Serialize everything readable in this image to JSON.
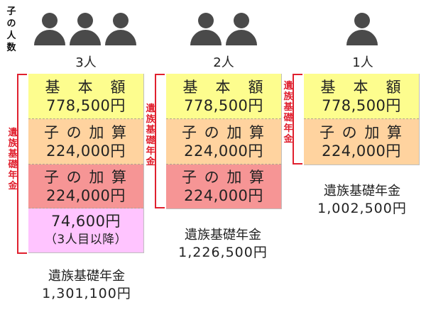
{
  "header_label": "子の人数",
  "columns": [
    {
      "count_label": "3人",
      "bracket_label": "遺族基礎年金",
      "boxes": [
        {
          "line1": "基　本　額",
          "line2": "778,500円",
          "color": "#fdfd8e"
        },
        {
          "line1": "子 の 加 算",
          "line2": "224,000円",
          "color": "#ffd39f"
        },
        {
          "line1": "子 の 加 算",
          "line2": "224,000円",
          "color": "#f69595"
        },
        {
          "line1": "74,600円",
          "line2": "（3人目以降）",
          "color": "#ffc4ff"
        }
      ],
      "total_label": "遺族基礎年金",
      "total_amount": "1,301,100円"
    },
    {
      "count_label": "2人",
      "bracket_label": "遺族基礎年金",
      "boxes": [
        {
          "line1": "基　本　額",
          "line2": "778,500円",
          "color": "#fdfd8e"
        },
        {
          "line1": "子 の 加 算",
          "line2": "224,000円",
          "color": "#ffd39f"
        },
        {
          "line1": "子 の 加 算",
          "line2": "224,000円",
          "color": "#f69595"
        }
      ],
      "total_label": "遺族基礎年金",
      "total_amount": "1,226,500円"
    },
    {
      "count_label": "1人",
      "bracket_label": "遺族基礎年金",
      "boxes": [
        {
          "line1": "基　本　額",
          "line2": "778,500円",
          "color": "#fdfd8e"
        },
        {
          "line1": "子 の 加 算",
          "line2": "224,000円",
          "color": "#ffd39f"
        }
      ],
      "total_label": "遺族基礎年金",
      "total_amount": "1,002,500円"
    }
  ],
  "colors": {
    "bracket": "#e0202e",
    "person": "#4a4a4a"
  }
}
